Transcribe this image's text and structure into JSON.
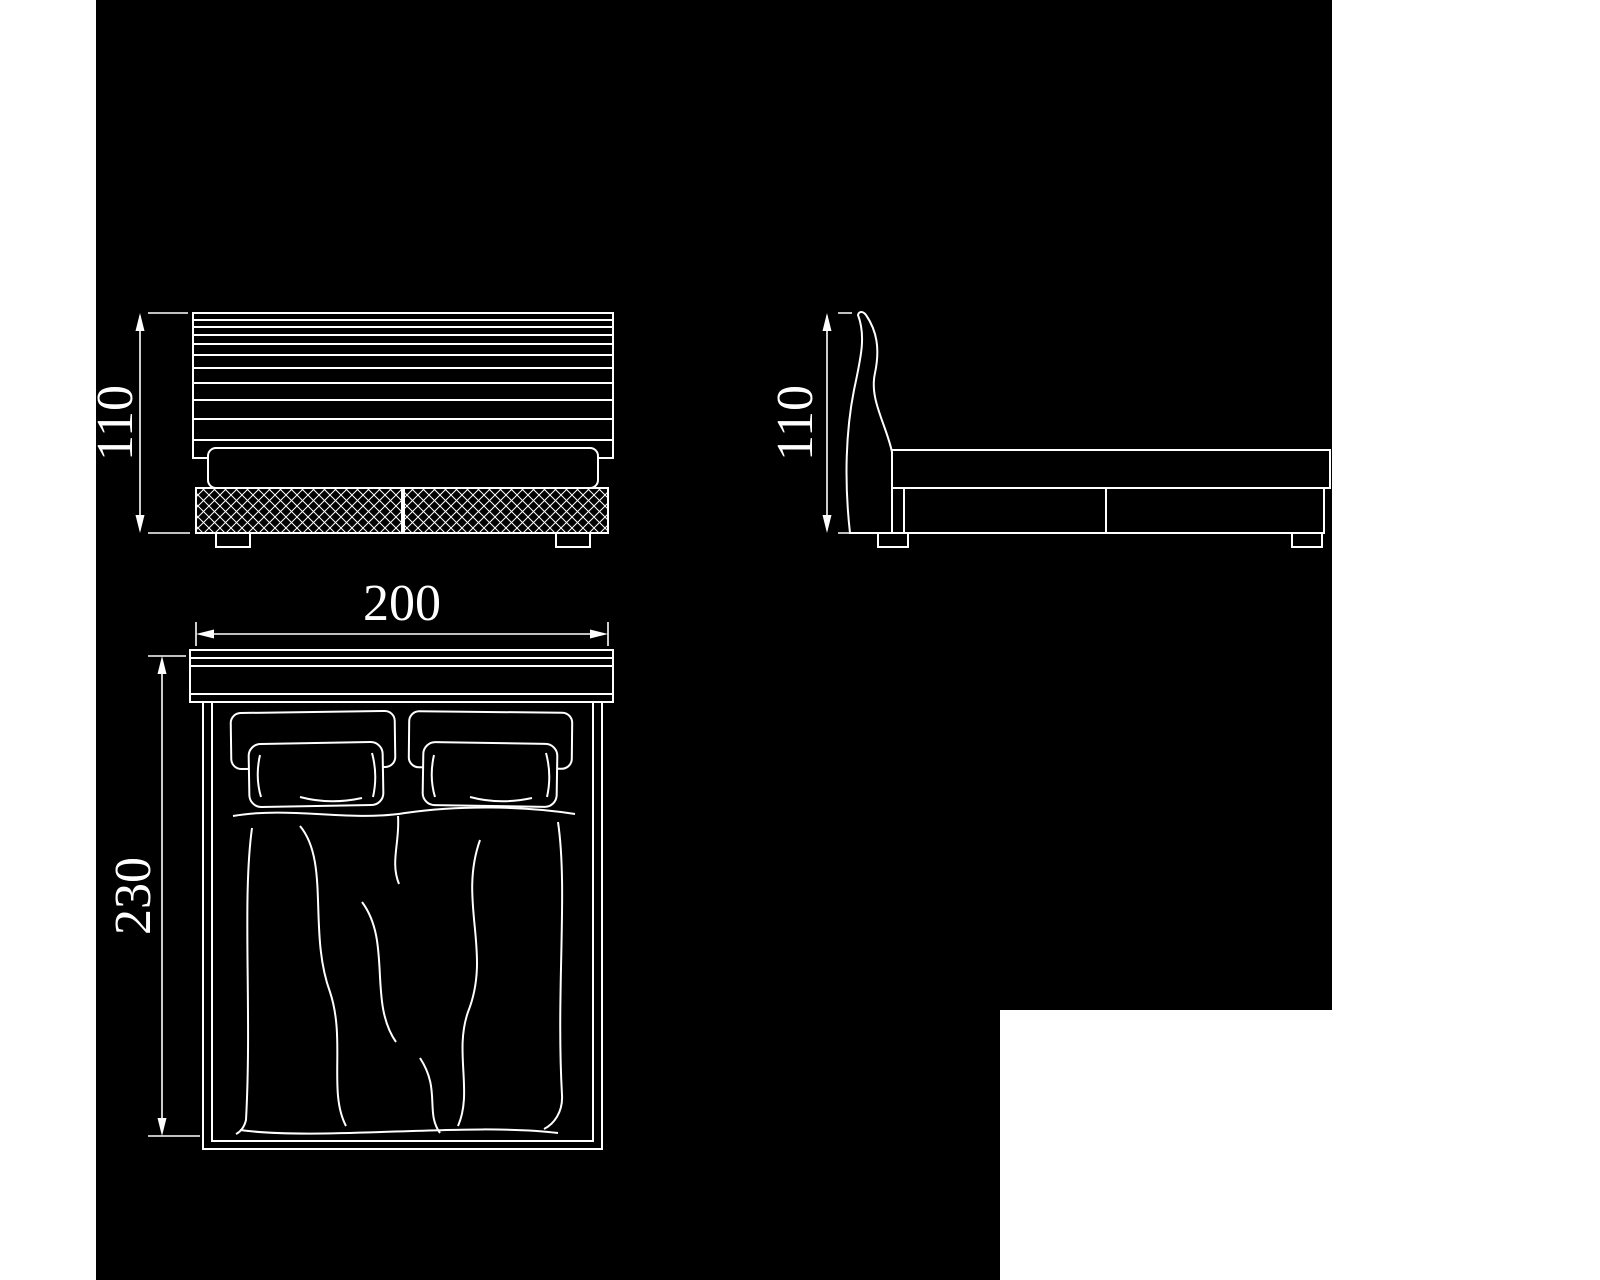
{
  "colors": {
    "drawing_background": "#000000",
    "page_margin": "#ffffff",
    "line": "#ffffff"
  },
  "dimensions": {
    "front_height": "110",
    "side_height": "110",
    "top_width": "200",
    "top_length": "230"
  }
}
